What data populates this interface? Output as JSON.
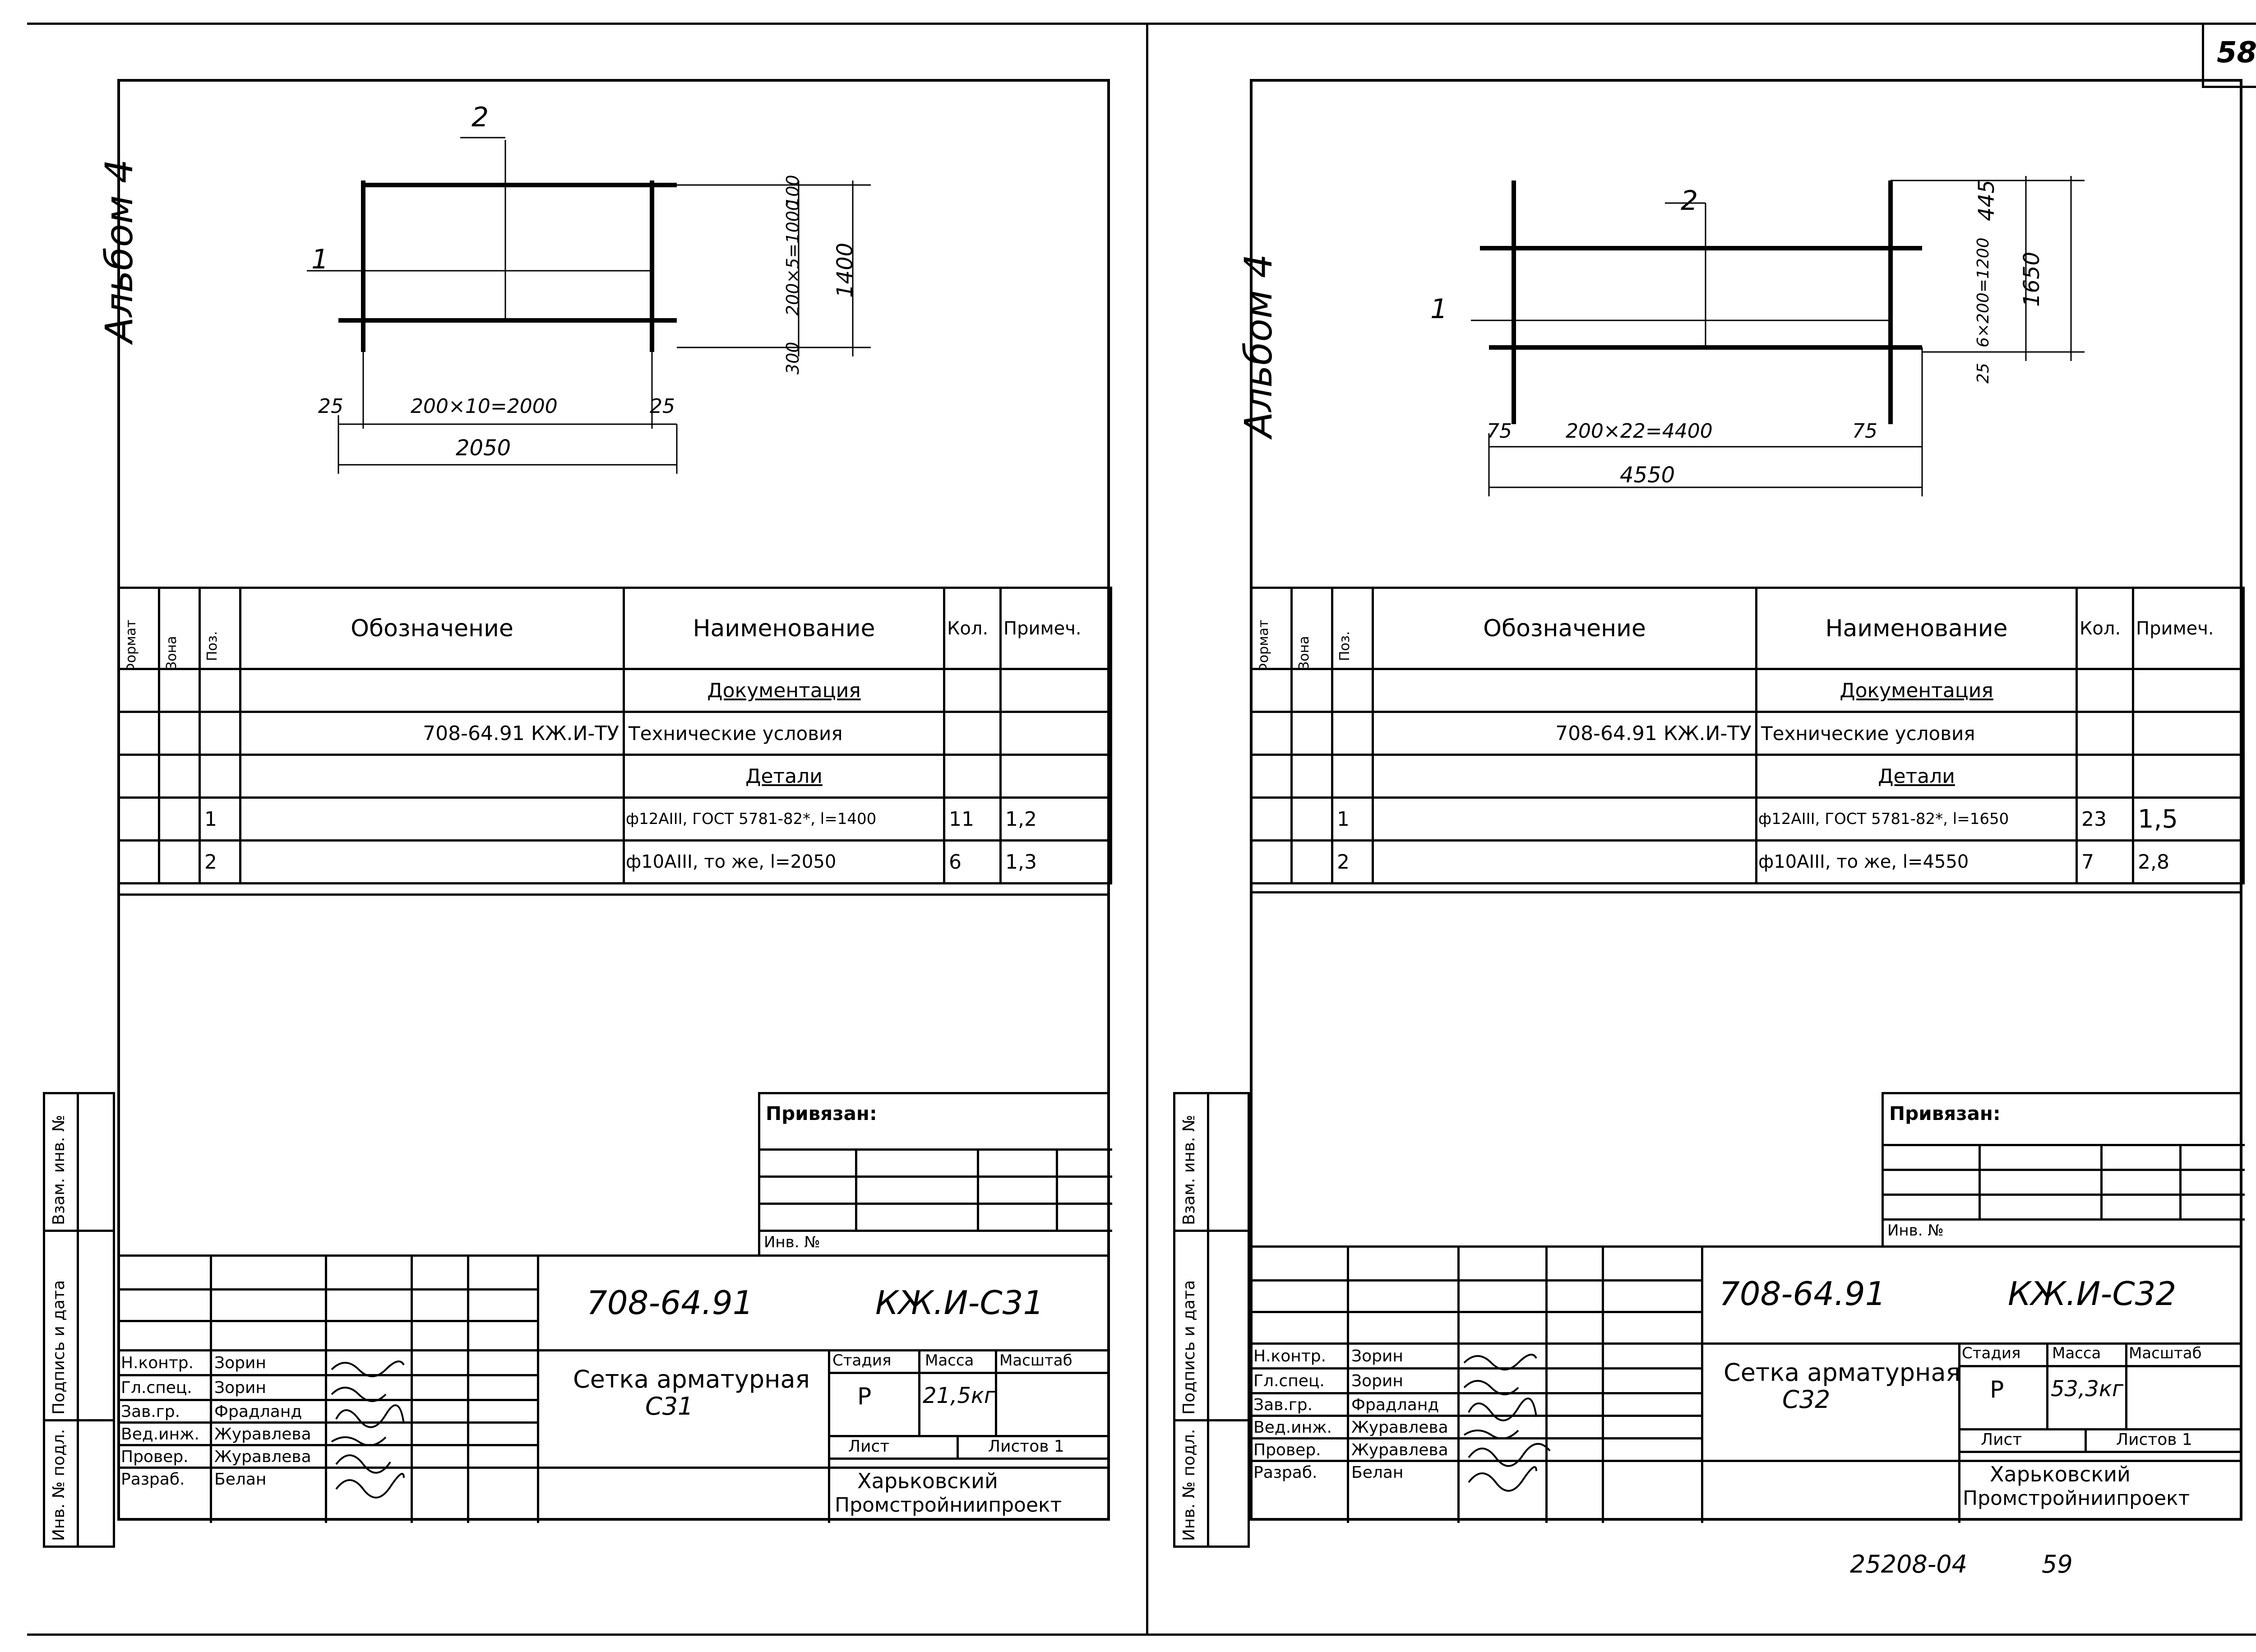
{
  "page": {
    "page_number": "58",
    "footer_code": "25208-04",
    "footer_page": "59",
    "album_label": "Альбом 4"
  },
  "spec_headers": {
    "format": "Формат",
    "zone": "Зона",
    "pos": "Поз.",
    "designation": "Обозначение",
    "name": "Наименование",
    "qty": "Кол.",
    "note": "Примеч."
  },
  "side_stamp": {
    "inv_orig": "Инв. № подл.",
    "sign_date": "Подпись и дата",
    "replace_inv": "Взам. инв. №"
  },
  "title_roles": {
    "n_kontr": "Н.контр.",
    "gl_spec": "Гл.спец.",
    "zav_gr": "Зав.гр.",
    "ved_inzh": "Вед.инж.",
    "prover": "Провер.",
    "razrab": "Разраб."
  },
  "title_labels": {
    "stadia": "Стадия",
    "massa": "Масса",
    "masshtab": "Масштаб",
    "list": "Лист",
    "listov": "Листов",
    "privyazan": "Привязан:",
    "inv_no": "Инв. №",
    "org": "Харьковский",
    "org2": "Промстройниипроект"
  },
  "sheets": [
    {
      "drawing": {
        "pos1": "1",
        "pos2": "2",
        "dim_left": "25",
        "dim_mid": "200×10=2000",
        "dim_right": "25",
        "dim_total": "2050",
        "dim_v1": "200×5=1000",
        "dim_v1b": "100",
        "dim_v2": "300",
        "dim_vtotal": "1400"
      },
      "rows": [
        {
          "pos": "",
          "designation": "",
          "name": "Документация",
          "qty": "",
          "note": ""
        },
        {
          "pos": "",
          "designation": "708-64.91 КЖ.И-ТУ",
          "name": "Технические условия",
          "qty": "",
          "note": ""
        },
        {
          "pos": "",
          "designation": "",
          "name": "Детали",
          "qty": "",
          "note": ""
        },
        {
          "pos": "1",
          "designation": "",
          "name": "ф12АIII, ГОСТ 5781-82*, l=1400",
          "qty": "11",
          "note": "1,2"
        },
        {
          "pos": "2",
          "designation": "",
          "name": "ф10АIII, то же, l=2050",
          "qty": "6",
          "note": "1,3"
        }
      ],
      "title": {
        "code": "708-64.91",
        "sheet_code": "КЖ.И-С31",
        "name": "Сетка арматурная",
        "name2": "С31",
        "stage": "Р",
        "mass": "21,5кг",
        "sheets_total": "Листов 1"
      },
      "people": {
        "n_kontr": "Зорин",
        "gl_spec": "Зорин",
        "zav_gr": "Фрадланд",
        "ved_inzh": "Журавлева",
        "prover": "Журавлева",
        "razrab": "Белан"
      }
    },
    {
      "drawing": {
        "pos1": "1",
        "pos2": "2",
        "dim_left": "75",
        "dim_mid": "200×22=4400",
        "dim_right": "75",
        "dim_total": "4550",
        "dim_v1": "445",
        "dim_v1b": "6×200=1200",
        "dim_v2": "25",
        "dim_vtotal": "1650"
      },
      "rows": [
        {
          "pos": "",
          "designation": "",
          "name": "Документация",
          "qty": "",
          "note": ""
        },
        {
          "pos": "",
          "designation": "708-64.91 КЖ.И-ТУ",
          "name": "Технические условия",
          "qty": "",
          "note": ""
        },
        {
          "pos": "",
          "designation": "",
          "name": "Детали",
          "qty": "",
          "note": ""
        },
        {
          "pos": "1",
          "designation": "",
          "name": "ф12АIII, ГОСТ 5781-82*, l=1650",
          "qty": "23",
          "note": "1,5"
        },
        {
          "pos": "2",
          "designation": "",
          "name": "ф10АIII, то же, l=4550",
          "qty": "7",
          "note": "2,8"
        }
      ],
      "title": {
        "code": "708-64.91",
        "sheet_code": "КЖ.И-С32",
        "name": "Сетка арматурная",
        "name2": "С32",
        "stage": "Р",
        "mass": "53,3кг",
        "sheets_total": "Листов 1"
      },
      "people": {
        "n_kontr": "Зорин",
        "gl_spec": "Зорин",
        "zav_gr": "Фрадланд",
        "ved_inzh": "Журавлева",
        "prover": "Журавлева",
        "razrab": "Белан"
      }
    }
  ]
}
